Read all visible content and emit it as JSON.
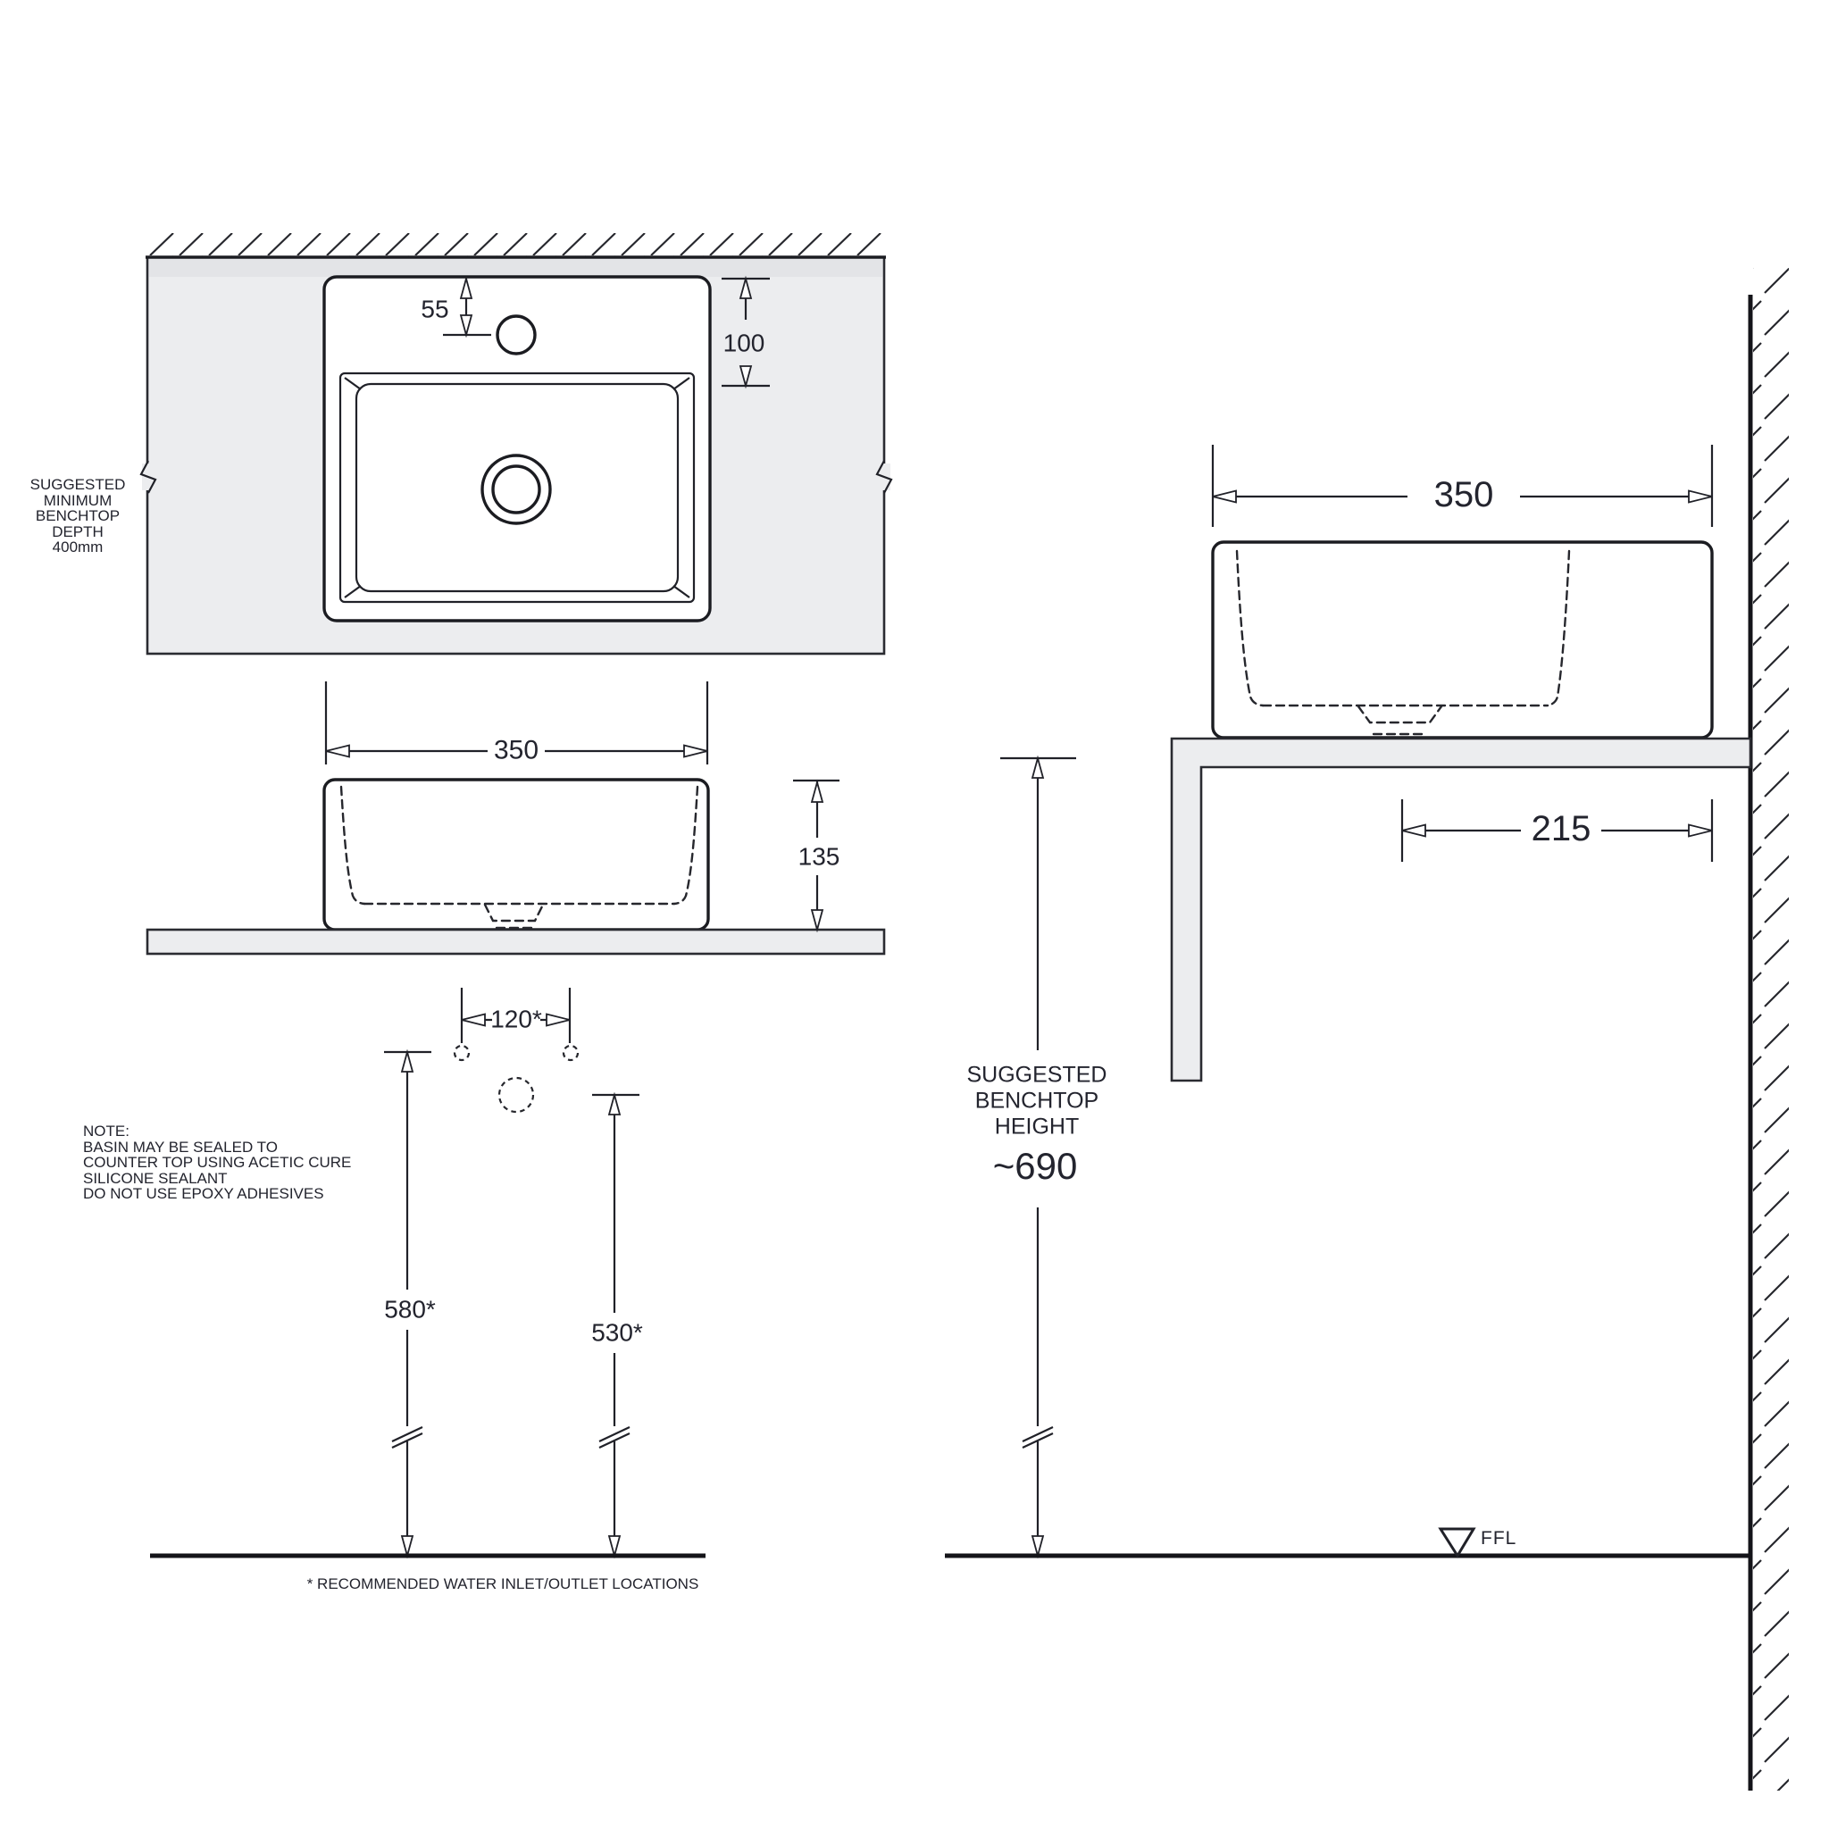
{
  "drawing": {
    "plan": {
      "tap_hole_offset": "55",
      "deck_depth": "100",
      "benchtop_depth_note": "SUGGESTED\nMINIMUM\nBENCHTOP\nDEPTH\n400mm"
    },
    "front": {
      "basin_width": "350",
      "basin_height": "135"
    },
    "services": {
      "inlet_spacing": "120*",
      "inlet_height": "580*",
      "outlet_height": "530*",
      "sealing_note": "NOTE:\nBASIN MAY BE SEALED TO\nCOUNTER TOP USING ACETIC CURE\nSILICONE SEALANT\nDO NOT USE EPOXY ADHESIVES",
      "footnote": "* RECOMMENDED WATER INLET/OUTLET LOCATIONS"
    },
    "side": {
      "basin_depth": "350",
      "outlet_to_wall": "215",
      "benchtop_height_label": "SUGGESTED\nBENCHTOP\nHEIGHT",
      "benchtop_height_value": "~690",
      "floor_level_label": "FFL"
    },
    "colors": {
      "line": "#1b1c21",
      "benchtop_fill": "#ecedef",
      "text": "#23242e"
    }
  }
}
